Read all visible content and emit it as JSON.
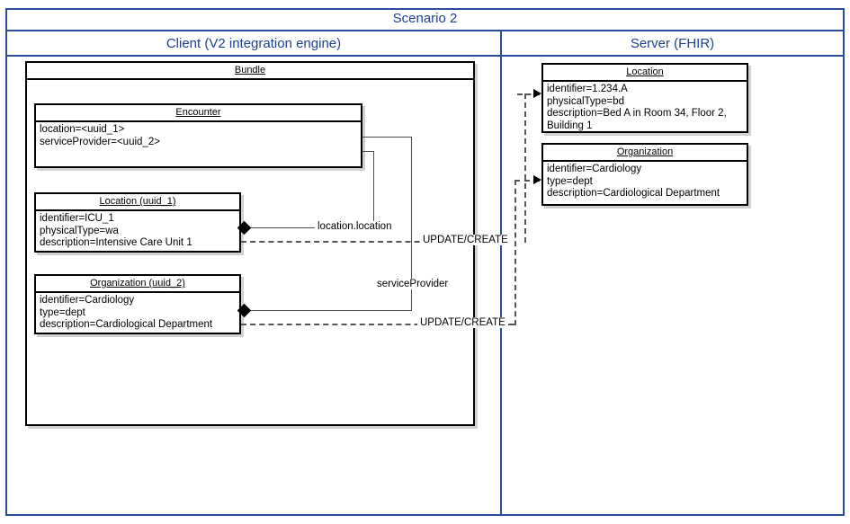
{
  "diagram": {
    "title": "Scenario 2",
    "accent_color": "#2b4b9b",
    "panels": {
      "client": {
        "title": "Client (V2 integration engine)"
      },
      "server": {
        "title": "Server (FHIR)"
      }
    }
  },
  "client": {
    "bundle": {
      "header": "Bundle"
    },
    "encounter": {
      "header": "Encounter",
      "attributes": [
        "location=<uuid_1>",
        "serviceProvider=<uuid_2>"
      ]
    },
    "location": {
      "header": "Location (uuid_1)",
      "attributes": [
        "identifier=ICU_1",
        "physicalType=wa",
        "description=Intensive Care Unit 1"
      ]
    },
    "organization": {
      "header": "Organization (uuid_2)",
      "attributes": [
        "identifier=Cardiology",
        "type=dept",
        "description=Cardiological Department"
      ]
    }
  },
  "server": {
    "location": {
      "header": "Location",
      "attributes": [
        "identifier=1.234.A",
        "physicalType=bd",
        "description=Bed A in Room 34, Floor 2, Building 1"
      ]
    },
    "organization": {
      "header": "Organization",
      "attributes": [
        "identifier=Cardiology",
        "type=dept",
        "description=Cardiological Department"
      ]
    }
  },
  "edges": {
    "location_ref": "location.location",
    "service_provider_ref": "serviceProvider",
    "update_create_location": "UPDATE/CREATE",
    "update_create_organization": "UPDATE/CREATE"
  }
}
